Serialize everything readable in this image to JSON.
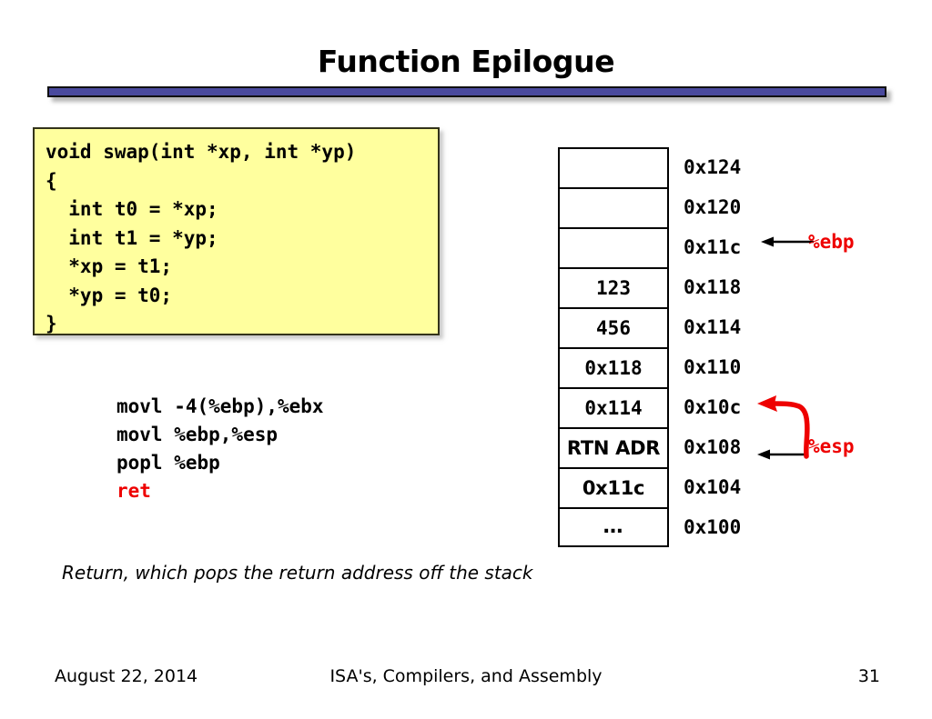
{
  "slide": {
    "title": "Function Epilogue",
    "caption": "Return, which pops the return address off the stack"
  },
  "colors": {
    "divider_bar": "#4a4a9e",
    "code_box_background": "#ffff9e",
    "highlight_red": "#ee0000",
    "text_black": "#000000"
  },
  "code_box": {
    "lines": [
      "void swap(int *xp, int *yp)",
      "{",
      "  int t0 = *xp;",
      "  int t1 = *yp;",
      "  *xp = t1;",
      "  *yp = t0;",
      "}"
    ]
  },
  "assembly": {
    "lines": [
      {
        "text": "movl -4(%ebp),%ebx",
        "highlighted": false
      },
      {
        "text": "movl %ebp,%esp",
        "highlighted": false
      },
      {
        "text": "popl %ebp",
        "highlighted": false
      },
      {
        "text": "ret",
        "highlighted": true
      }
    ]
  },
  "stack": {
    "cells": [
      {
        "value": "",
        "style": "mono"
      },
      {
        "value": "",
        "style": "mono"
      },
      {
        "value": "",
        "style": "mono"
      },
      {
        "value": "123",
        "style": "mono"
      },
      {
        "value": "456",
        "style": "mono"
      },
      {
        "value": "0x118",
        "style": "mono"
      },
      {
        "value": "0x114",
        "style": "mono"
      },
      {
        "value": "RTN ADR",
        "style": "sans"
      },
      {
        "value": "0x11c",
        "style": "sans"
      },
      {
        "value": "…",
        "style": "dots"
      }
    ],
    "addresses": [
      "0x124",
      "0x120",
      "0x11c",
      "0x118",
      "0x114",
      "0x110",
      "0x10c",
      "0x108",
      "0x104",
      "0x100"
    ]
  },
  "pointers": {
    "ebp": {
      "label": "%ebp",
      "points_to": "0x11c"
    },
    "esp": {
      "label": "%esp",
      "points_to": "0x10c",
      "previous": "0x108"
    }
  },
  "footer": {
    "date": "August 22, 2014",
    "course": "ISA's, Compilers, and Assembly",
    "page": "31"
  }
}
